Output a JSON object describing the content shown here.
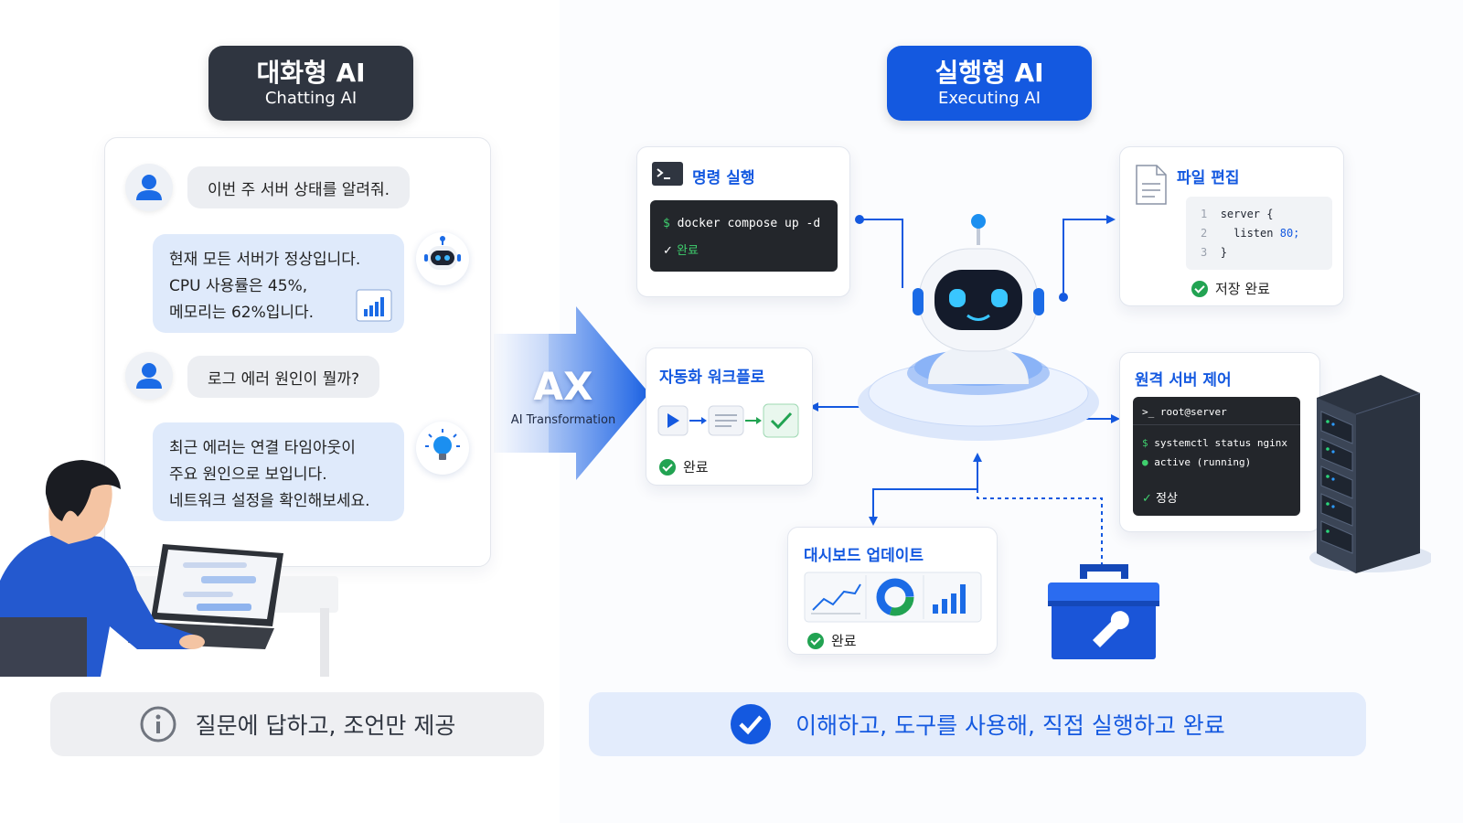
{
  "header_left": {
    "title": "대화형 AI",
    "subtitle": "Chatting AI"
  },
  "header_right": {
    "title": "실행형 AI",
    "subtitle": "Executing AI"
  },
  "chat": {
    "user_message_1": "이번 주 서버 상태를 알려줘.",
    "ai_reply_1": [
      "현재 모든 서버가 정상입니다.",
      "CPU 사용률은 45%,",
      "메모리는 62%입니다."
    ],
    "user_message_2": "로그 에러 원인이 뭘까?",
    "ai_reply_2": [
      "최근 에러는 연결 타임아웃이",
      "주요 원인으로 보입니다.",
      "네트워크 설정을 확인해보세요."
    ]
  },
  "transformation": {
    "title": "AX",
    "subtitle": "AI Transformation"
  },
  "cards": {
    "command": {
      "title": "명령 실행",
      "prompt": "$",
      "command": "docker compose up -d",
      "status": "완료"
    },
    "file": {
      "title": "파일 편집",
      "lines": [
        {
          "num": "1",
          "code": "server {",
          "value": ""
        },
        {
          "num": "2",
          "code": "  listen ",
          "value": "80;"
        },
        {
          "num": "3",
          "code": "}",
          "value": ""
        }
      ],
      "status": "저장 완료"
    },
    "workflow": {
      "title": "자동화 워크플로",
      "status": "완료"
    },
    "remote": {
      "title": "원격 서버 제어",
      "host": ">_ root@server",
      "command": "systemctl status nginx",
      "output": "active (running)",
      "prompt": "$",
      "status": "정상"
    },
    "dashboard": {
      "title": "대시보드 업데이트",
      "status": "완료"
    }
  },
  "bottom": {
    "left_text": "질문에 답하고, 조언만 제공",
    "right_text": "이해하고, 도구를 사용해, 직접 실행하고 완료"
  },
  "colors": {
    "accent": "#1459e0",
    "dark": "#2f3540",
    "success": "#22a352",
    "terminal": "#23262b"
  }
}
